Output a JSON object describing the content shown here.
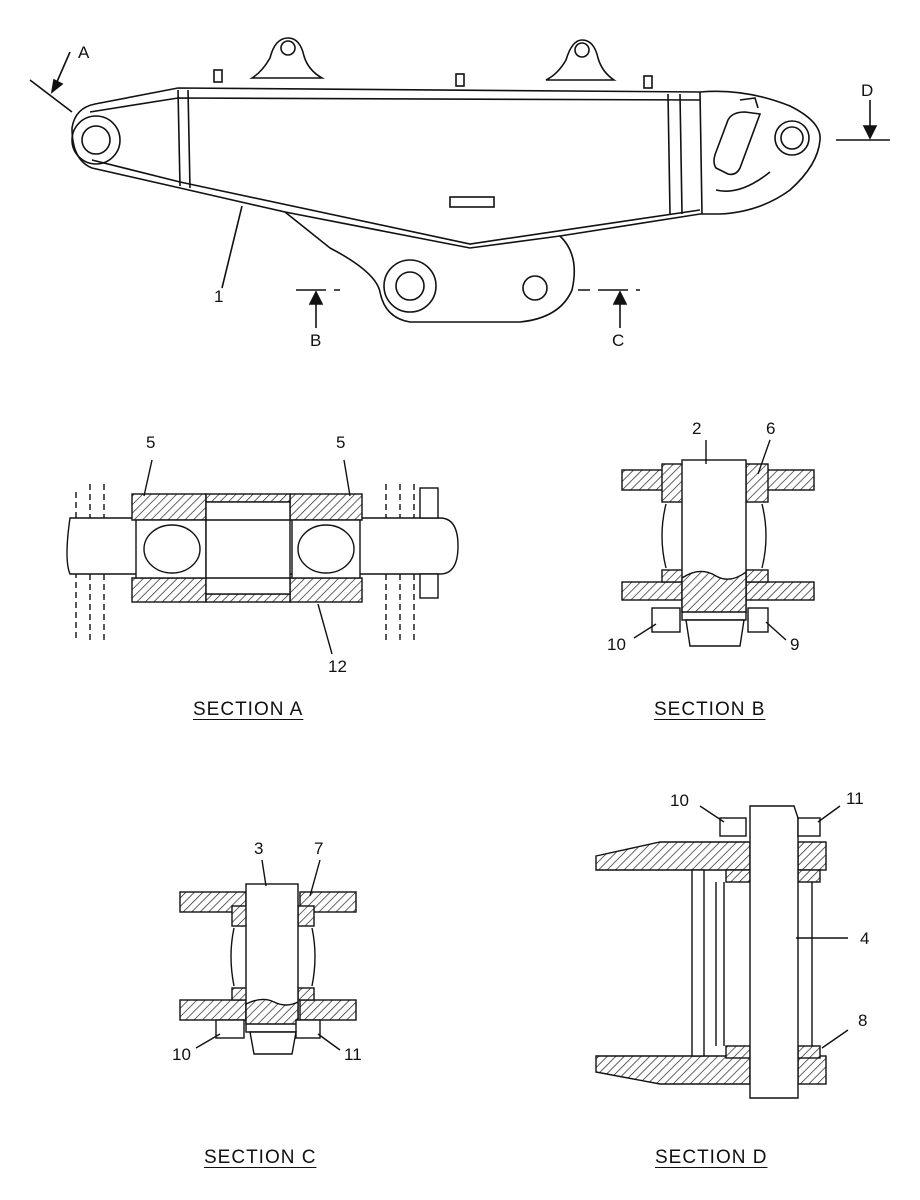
{
  "main_view": {
    "view_marks": [
      "A",
      "B",
      "C",
      "D"
    ],
    "part_1": "1"
  },
  "section_a": {
    "title": "SECTION  A",
    "callouts": [
      "5",
      "5",
      "12"
    ]
  },
  "section_b": {
    "title": "SECTION  B",
    "callouts": [
      "2",
      "6",
      "10",
      "9"
    ]
  },
  "section_c": {
    "title": "SECTION  C",
    "callouts": [
      "3",
      "7",
      "10",
      "11"
    ]
  },
  "section_d": {
    "title": "SECTION  D",
    "callouts": [
      "10",
      "11",
      "4",
      "8"
    ]
  }
}
